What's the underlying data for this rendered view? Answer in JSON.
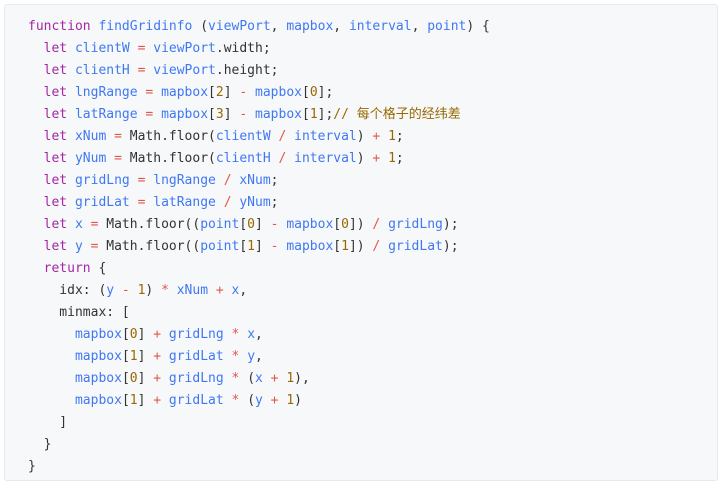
{
  "code": {
    "lines": [
      [
        {
          "t": "kw",
          "v": "function "
        },
        {
          "t": "fn",
          "v": "findGridinfo"
        },
        {
          "t": "",
          "v": " ("
        },
        {
          "t": "fn",
          "v": "viewPort"
        },
        {
          "t": "",
          "v": ", "
        },
        {
          "t": "fn",
          "v": "mapbox"
        },
        {
          "t": "",
          "v": ", "
        },
        {
          "t": "fn",
          "v": "interval"
        },
        {
          "t": "",
          "v": ", "
        },
        {
          "t": "fn",
          "v": "point"
        },
        {
          "t": "",
          "v": ") {"
        }
      ],
      [
        {
          "t": "",
          "v": "  "
        },
        {
          "t": "kw",
          "v": "let "
        },
        {
          "t": "fn",
          "v": "clientW"
        },
        {
          "t": "op",
          "v": " = "
        },
        {
          "t": "fn",
          "v": "viewPort"
        },
        {
          "t": "",
          "v": ".width;"
        }
      ],
      [
        {
          "t": "",
          "v": "  "
        },
        {
          "t": "kw",
          "v": "let "
        },
        {
          "t": "fn",
          "v": "clientH"
        },
        {
          "t": "op",
          "v": " = "
        },
        {
          "t": "fn",
          "v": "viewPort"
        },
        {
          "t": "",
          "v": ".height;"
        }
      ],
      [
        {
          "t": "",
          "v": "  "
        },
        {
          "t": "kw",
          "v": "let "
        },
        {
          "t": "fn",
          "v": "lngRange"
        },
        {
          "t": "op",
          "v": " = "
        },
        {
          "t": "fn",
          "v": "mapbox"
        },
        {
          "t": "",
          "v": "["
        },
        {
          "t": "num",
          "v": "2"
        },
        {
          "t": "",
          "v": "]"
        },
        {
          "t": "op",
          "v": " - "
        },
        {
          "t": "fn",
          "v": "mapbox"
        },
        {
          "t": "",
          "v": "["
        },
        {
          "t": "num",
          "v": "0"
        },
        {
          "t": "",
          "v": "];"
        }
      ],
      [
        {
          "t": "",
          "v": "  "
        },
        {
          "t": "kw",
          "v": "let "
        },
        {
          "t": "fn",
          "v": "latRange"
        },
        {
          "t": "op",
          "v": " = "
        },
        {
          "t": "fn",
          "v": "mapbox"
        },
        {
          "t": "",
          "v": "["
        },
        {
          "t": "num",
          "v": "3"
        },
        {
          "t": "",
          "v": "]"
        },
        {
          "t": "op",
          "v": " - "
        },
        {
          "t": "fn",
          "v": "mapbox"
        },
        {
          "t": "",
          "v": "["
        },
        {
          "t": "num",
          "v": "1"
        },
        {
          "t": "",
          "v": "];"
        },
        {
          "t": "num",
          "v": "// 每个格子的经纬差"
        }
      ],
      [
        {
          "t": "",
          "v": "  "
        },
        {
          "t": "kw",
          "v": "let "
        },
        {
          "t": "fn",
          "v": "xNum"
        },
        {
          "t": "op",
          "v": " = "
        },
        {
          "t": "",
          "v": "Math.floor("
        },
        {
          "t": "fn",
          "v": "clientW"
        },
        {
          "t": "op",
          "v": " / "
        },
        {
          "t": "fn",
          "v": "interval"
        },
        {
          "t": "",
          "v": ")"
        },
        {
          "t": "op",
          "v": " + "
        },
        {
          "t": "num",
          "v": "1"
        },
        {
          "t": "",
          "v": ";"
        }
      ],
      [
        {
          "t": "",
          "v": "  "
        },
        {
          "t": "kw",
          "v": "let "
        },
        {
          "t": "fn",
          "v": "yNum"
        },
        {
          "t": "op",
          "v": " = "
        },
        {
          "t": "",
          "v": "Math.floor("
        },
        {
          "t": "fn",
          "v": "clientH"
        },
        {
          "t": "op",
          "v": " / "
        },
        {
          "t": "fn",
          "v": "interval"
        },
        {
          "t": "",
          "v": ")"
        },
        {
          "t": "op",
          "v": " + "
        },
        {
          "t": "num",
          "v": "1"
        },
        {
          "t": "",
          "v": ";"
        }
      ],
      [
        {
          "t": "",
          "v": "  "
        },
        {
          "t": "kw",
          "v": "let "
        },
        {
          "t": "fn",
          "v": "gridLng"
        },
        {
          "t": "op",
          "v": " = "
        },
        {
          "t": "fn",
          "v": "lngRange"
        },
        {
          "t": "op",
          "v": " / "
        },
        {
          "t": "fn",
          "v": "xNum"
        },
        {
          "t": "",
          "v": ";"
        }
      ],
      [
        {
          "t": "",
          "v": "  "
        },
        {
          "t": "kw",
          "v": "let "
        },
        {
          "t": "fn",
          "v": "gridLat"
        },
        {
          "t": "op",
          "v": " = "
        },
        {
          "t": "fn",
          "v": "latRange"
        },
        {
          "t": "op",
          "v": " / "
        },
        {
          "t": "fn",
          "v": "yNum"
        },
        {
          "t": "",
          "v": ";"
        }
      ],
      [
        {
          "t": "",
          "v": "  "
        },
        {
          "t": "kw",
          "v": "let "
        },
        {
          "t": "fn",
          "v": "x"
        },
        {
          "t": "op",
          "v": " = "
        },
        {
          "t": "",
          "v": "Math.floor(("
        },
        {
          "t": "fn",
          "v": "point"
        },
        {
          "t": "",
          "v": "["
        },
        {
          "t": "num",
          "v": "0"
        },
        {
          "t": "",
          "v": "]"
        },
        {
          "t": "op",
          "v": " - "
        },
        {
          "t": "fn",
          "v": "mapbox"
        },
        {
          "t": "",
          "v": "["
        },
        {
          "t": "num",
          "v": "0"
        },
        {
          "t": "",
          "v": "])"
        },
        {
          "t": "op",
          "v": " / "
        },
        {
          "t": "fn",
          "v": "gridLng"
        },
        {
          "t": "",
          "v": ");"
        }
      ],
      [
        {
          "t": "",
          "v": "  "
        },
        {
          "t": "kw",
          "v": "let "
        },
        {
          "t": "fn",
          "v": "y"
        },
        {
          "t": "op",
          "v": " = "
        },
        {
          "t": "",
          "v": "Math.floor(("
        },
        {
          "t": "fn",
          "v": "point"
        },
        {
          "t": "",
          "v": "["
        },
        {
          "t": "num",
          "v": "1"
        },
        {
          "t": "",
          "v": "]"
        },
        {
          "t": "op",
          "v": " - "
        },
        {
          "t": "fn",
          "v": "mapbox"
        },
        {
          "t": "",
          "v": "["
        },
        {
          "t": "num",
          "v": "1"
        },
        {
          "t": "",
          "v": "])"
        },
        {
          "t": "op",
          "v": " / "
        },
        {
          "t": "fn",
          "v": "gridLat"
        },
        {
          "t": "",
          "v": ");"
        }
      ],
      [
        {
          "t": "",
          "v": "  "
        },
        {
          "t": "kw",
          "v": "return"
        },
        {
          "t": "",
          "v": " {"
        }
      ],
      [
        {
          "t": "",
          "v": "    idx: ("
        },
        {
          "t": "fn",
          "v": "y"
        },
        {
          "t": "op",
          "v": " - "
        },
        {
          "t": "num",
          "v": "1"
        },
        {
          "t": "",
          "v": ")"
        },
        {
          "t": "op",
          "v": " * "
        },
        {
          "t": "fn",
          "v": "xNum"
        },
        {
          "t": "op",
          "v": " + "
        },
        {
          "t": "fn",
          "v": "x"
        },
        {
          "t": "",
          "v": ","
        }
      ],
      [
        {
          "t": "",
          "v": "    minmax: ["
        }
      ],
      [
        {
          "t": "",
          "v": "      "
        },
        {
          "t": "fn",
          "v": "mapbox"
        },
        {
          "t": "",
          "v": "["
        },
        {
          "t": "num",
          "v": "0"
        },
        {
          "t": "",
          "v": "]"
        },
        {
          "t": "op",
          "v": " + "
        },
        {
          "t": "fn",
          "v": "gridLng"
        },
        {
          "t": "op",
          "v": " * "
        },
        {
          "t": "fn",
          "v": "x"
        },
        {
          "t": "",
          "v": ","
        }
      ],
      [
        {
          "t": "",
          "v": "      "
        },
        {
          "t": "fn",
          "v": "mapbox"
        },
        {
          "t": "",
          "v": "["
        },
        {
          "t": "num",
          "v": "1"
        },
        {
          "t": "",
          "v": "]"
        },
        {
          "t": "op",
          "v": " + "
        },
        {
          "t": "fn",
          "v": "gridLat"
        },
        {
          "t": "op",
          "v": " * "
        },
        {
          "t": "fn",
          "v": "y"
        },
        {
          "t": "",
          "v": ","
        }
      ],
      [
        {
          "t": "",
          "v": "      "
        },
        {
          "t": "fn",
          "v": "mapbox"
        },
        {
          "t": "",
          "v": "["
        },
        {
          "t": "num",
          "v": "0"
        },
        {
          "t": "",
          "v": "]"
        },
        {
          "t": "op",
          "v": " + "
        },
        {
          "t": "fn",
          "v": "gridLng"
        },
        {
          "t": "op",
          "v": " * "
        },
        {
          "t": "",
          "v": "("
        },
        {
          "t": "fn",
          "v": "x"
        },
        {
          "t": "op",
          "v": " + "
        },
        {
          "t": "num",
          "v": "1"
        },
        {
          "t": "",
          "v": "),"
        }
      ],
      [
        {
          "t": "",
          "v": "      "
        },
        {
          "t": "fn",
          "v": "mapbox"
        },
        {
          "t": "",
          "v": "["
        },
        {
          "t": "num",
          "v": "1"
        },
        {
          "t": "",
          "v": "]"
        },
        {
          "t": "op",
          "v": " + "
        },
        {
          "t": "fn",
          "v": "gridLat"
        },
        {
          "t": "op",
          "v": " * "
        },
        {
          "t": "",
          "v": "("
        },
        {
          "t": "fn",
          "v": "y"
        },
        {
          "t": "op",
          "v": " + "
        },
        {
          "t": "num",
          "v": "1"
        },
        {
          "t": "",
          "v": ")"
        }
      ],
      [
        {
          "t": "",
          "v": "    ]"
        }
      ],
      [
        {
          "t": "",
          "v": "  }"
        }
      ],
      [
        {
          "t": "",
          "v": "}"
        }
      ]
    ]
  },
  "colors": {
    "background": "#f6f8fa",
    "keyword": "#a626a4",
    "identifier": "#4078f2",
    "number_and_comment": "#986801",
    "operator": "#e45649",
    "plain": "#333333"
  }
}
